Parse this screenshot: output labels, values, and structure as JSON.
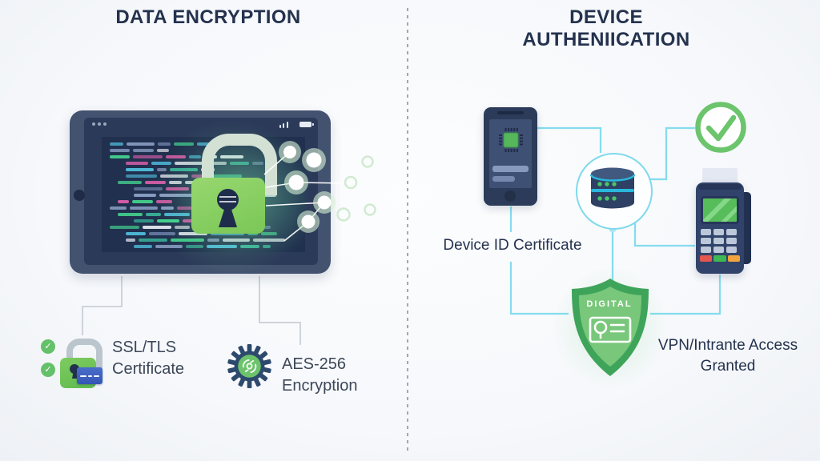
{
  "header": {
    "left_title": "DATA ENCRYPTION",
    "right_title": "DEVICE AUTHENIICATION"
  },
  "left_panel": {
    "ssl_label_line1": "SSL/TLS",
    "ssl_label_line2": "Certificate",
    "aes_label_line1": "AES-256",
    "aes_label_line2": "Encryption",
    "check_glyph": "✓"
  },
  "right_panel": {
    "device_id_label": "Device ID Certificate",
    "vpn_label_line1": "VPN/Intrante Access",
    "vpn_label_line2": "Granted",
    "shield_label": "DIGITAL"
  },
  "colors": {
    "title": "#24324e",
    "text": "#3c4758",
    "divider": "#8a94a4",
    "connector-gray": "#cfd4db",
    "connector-cyan": "#85dcee",
    "green-main": "#7cc85e",
    "green-dark": "#3ea45a",
    "green-check": "#65c169",
    "navy-device": "#2c3b59",
    "terminal-navy": "#31436a",
    "tablet-bezel": "#42526f",
    "screen-dark": "#20304e",
    "card-blue": "#3b5fc0",
    "cyan-band": "#29b7dc",
    "key-red": "#e2574f",
    "key-green": "#3db852",
    "key-orange": "#f2a33c"
  },
  "code_palette": [
    "#43d08d",
    "#4fb9d8",
    "#d55ca6",
    "#e7ebf2",
    "#64779f",
    "#3bbfa0",
    "#8fa3c9"
  ],
  "icons": {
    "padlock-icon": "css-lock-shape",
    "ssl-lock-icon": "css-lock-with-card",
    "check-circle-icon": "unicode-check",
    "aes-gear-icon": "svg-gear-chip",
    "smartphone-icon": "css-phone",
    "cpu-chip-icon": "svg-chip",
    "database-icon": "svg-cylinder",
    "checkmark-icon": "svg-check-ring",
    "pos-terminal-icon": "css-terminal",
    "shield-icon": "svg-shield",
    "id-card-icon": "svg-card-outline",
    "network-nodes-icon": "svg-node-graph"
  }
}
